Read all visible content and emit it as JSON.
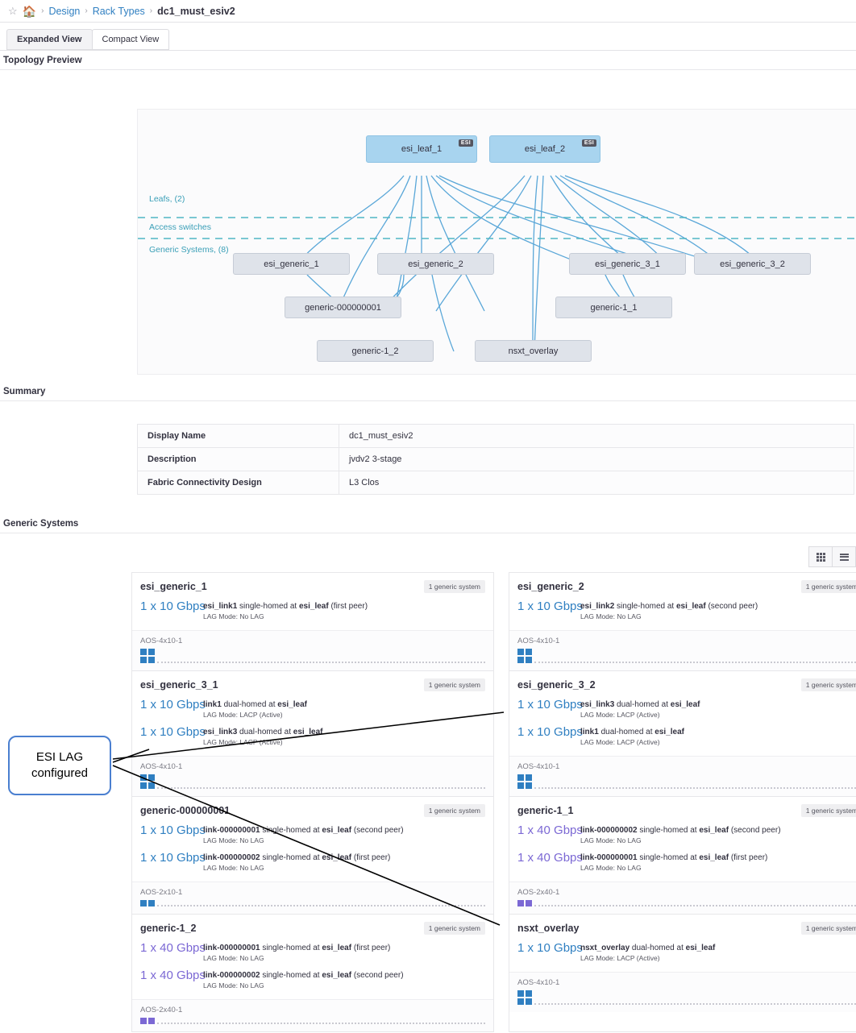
{
  "breadcrumb": {
    "star_icon": "star-icon",
    "home_icon": "home-icon",
    "sep": "›",
    "items": [
      {
        "label": "Design",
        "current": false
      },
      {
        "label": "Rack Types",
        "current": false
      },
      {
        "label": "dc1_must_esiv2",
        "current": true
      }
    ]
  },
  "view_tabs": [
    {
      "label": "Expanded View",
      "active": true
    },
    {
      "label": "Compact View",
      "active": false
    }
  ],
  "sections": {
    "topology": "Topology Preview",
    "summary": "Summary",
    "generic_systems": "Generic Systems"
  },
  "topology": {
    "layer_labels": [
      "Leafs, (2)",
      "Access switches",
      "Generic Systems, (8)"
    ],
    "esi_badge": "ESI",
    "leafs": [
      {
        "label": "esi_leaf_1",
        "esi": true
      },
      {
        "label": "esi_leaf_2",
        "esi": true
      }
    ],
    "generics": [
      {
        "label": "esi_generic_1"
      },
      {
        "label": "esi_generic_2"
      },
      {
        "label": "esi_generic_3_1"
      },
      {
        "label": "esi_generic_3_2"
      },
      {
        "label": "generic-000000001"
      },
      {
        "label": "generic-1_1"
      },
      {
        "label": "generic-1_2"
      },
      {
        "label": "nsxt_overlay"
      }
    ],
    "link_color": "#5aa7d8",
    "divider_color": "#4fb6c4"
  },
  "summary": {
    "rows": [
      {
        "key": "Display Name",
        "value": "dc1_must_esiv2"
      },
      {
        "key": "Description",
        "value": "jvdv2 3-stage"
      },
      {
        "key": "Fabric Connectivity Design",
        "value": "L3 Clos"
      }
    ]
  },
  "generic_systems": {
    "toolbar": [
      {
        "icon": "grid-view-icon",
        "active": true
      },
      {
        "icon": "list-view-icon",
        "active": false
      }
    ],
    "badge_label": "1 generic system",
    "cards": [
      {
        "title": "esi_generic_1",
        "badge": "1 generic system",
        "links": [
          {
            "speed": "1 x 10 Gbps",
            "speed_class": "g10",
            "name": "esi_link1",
            "homing": "single-homed at",
            "peer_device": "esi_leaf",
            "peer_note": "(first peer)",
            "lag": "LAG Mode: No LAG"
          }
        ],
        "profile": "AOS-4x10-1",
        "port_rows": 2,
        "port_cols": 2,
        "port_color": "b"
      },
      {
        "title": "esi_generic_2",
        "badge": "1 generic system",
        "links": [
          {
            "speed": "1 x 10 Gbps",
            "speed_class": "g10",
            "name": "esi_link2",
            "homing": "single-homed at",
            "peer_device": "esi_leaf",
            "peer_note": "(second peer)",
            "lag": "LAG Mode: No LAG"
          }
        ],
        "profile": "AOS-4x10-1",
        "port_rows": 2,
        "port_cols": 2,
        "port_color": "b"
      },
      {
        "title": "esi_generic_3_1",
        "badge": "1 generic system",
        "links": [
          {
            "speed": "1 x 10 Gbps",
            "speed_class": "g10",
            "name": "link1",
            "homing": "dual-homed at",
            "peer_device": "esi_leaf",
            "peer_note": "",
            "lag": "LAG Mode: LACP (Active)"
          },
          {
            "speed": "1 x 10 Gbps",
            "speed_class": "g10",
            "name": "esi_link3",
            "homing": "dual-homed at",
            "peer_device": "esi_leaf",
            "peer_note": "",
            "lag": "LAG Mode: LACP (Active)"
          }
        ],
        "profile": "AOS-4x10-1",
        "port_rows": 2,
        "port_cols": 2,
        "port_color": "b"
      },
      {
        "title": "esi_generic_3_2",
        "badge": "1 generic system",
        "links": [
          {
            "speed": "1 x 10 Gbps",
            "speed_class": "g10",
            "name": "esi_link3",
            "homing": "dual-homed at",
            "peer_device": "esi_leaf",
            "peer_note": "",
            "lag": "LAG Mode: LACP (Active)"
          },
          {
            "speed": "1 x 10 Gbps",
            "speed_class": "g10",
            "name": "link1",
            "homing": "dual-homed at",
            "peer_device": "esi_leaf",
            "peer_note": "",
            "lag": "LAG Mode: LACP (Active)"
          }
        ],
        "profile": "AOS-4x10-1",
        "port_rows": 2,
        "port_cols": 2,
        "port_color": "b"
      },
      {
        "title": "generic-000000001",
        "badge": "1 generic system",
        "links": [
          {
            "speed": "1 x 10 Gbps",
            "speed_class": "g10",
            "name": "link-000000001",
            "homing": "single-homed at",
            "peer_device": "esi_leaf",
            "peer_note": "(second peer)",
            "lag": "LAG Mode: No LAG"
          },
          {
            "speed": "1 x 10 Gbps",
            "speed_class": "g10",
            "name": "link-000000002",
            "homing": "single-homed at",
            "peer_device": "esi_leaf",
            "peer_note": "(first peer)",
            "lag": "LAG Mode: No LAG"
          }
        ],
        "profile": "AOS-2x10-1",
        "port_rows": 1,
        "port_cols": 2,
        "port_color": "b"
      },
      {
        "title": "generic-1_1",
        "badge": "1 generic system",
        "links": [
          {
            "speed": "1 x 40 Gbps",
            "speed_class": "g40",
            "name": "link-000000002",
            "homing": "single-homed at",
            "peer_device": "esi_leaf",
            "peer_note": "(second peer)",
            "lag": "LAG Mode: No LAG"
          },
          {
            "speed": "1 x 40 Gbps",
            "speed_class": "g40",
            "name": "link-000000001",
            "homing": "single-homed at",
            "peer_device": "esi_leaf",
            "peer_note": "(first peer)",
            "lag": "LAG Mode: No LAG"
          }
        ],
        "profile": "AOS-2x40-1",
        "port_rows": 1,
        "port_cols": 2,
        "port_color": "p"
      },
      {
        "title": "generic-1_2",
        "badge": "1 generic system",
        "links": [
          {
            "speed": "1 x 40 Gbps",
            "speed_class": "g40",
            "name": "link-000000001",
            "homing": "single-homed at",
            "peer_device": "esi_leaf",
            "peer_note": "(first peer)",
            "lag": "LAG Mode: No LAG"
          },
          {
            "speed": "1 x 40 Gbps",
            "speed_class": "g40",
            "name": "link-000000002",
            "homing": "single-homed at",
            "peer_device": "esi_leaf",
            "peer_note": "(second peer)",
            "lag": "LAG Mode: No LAG"
          }
        ],
        "profile": "AOS-2x40-1",
        "port_rows": 1,
        "port_cols": 2,
        "port_color": "p"
      },
      {
        "title": "nsxt_overlay",
        "badge": "1 generic system",
        "links": [
          {
            "speed": "1 x 10 Gbps",
            "speed_class": "g10",
            "name": "nsxt_overlay",
            "homing": "dual-homed at",
            "peer_device": "esi_leaf",
            "peer_note": "",
            "lag": "LAG Mode: LACP (Active)"
          }
        ],
        "profile": "AOS-4x10-1",
        "port_rows": 2,
        "port_cols": 2,
        "port_color": "b"
      }
    ]
  },
  "annotation": {
    "text_line1": "ESI LAG",
    "text_line2": "configured",
    "border_color": "#4a7fd0"
  }
}
